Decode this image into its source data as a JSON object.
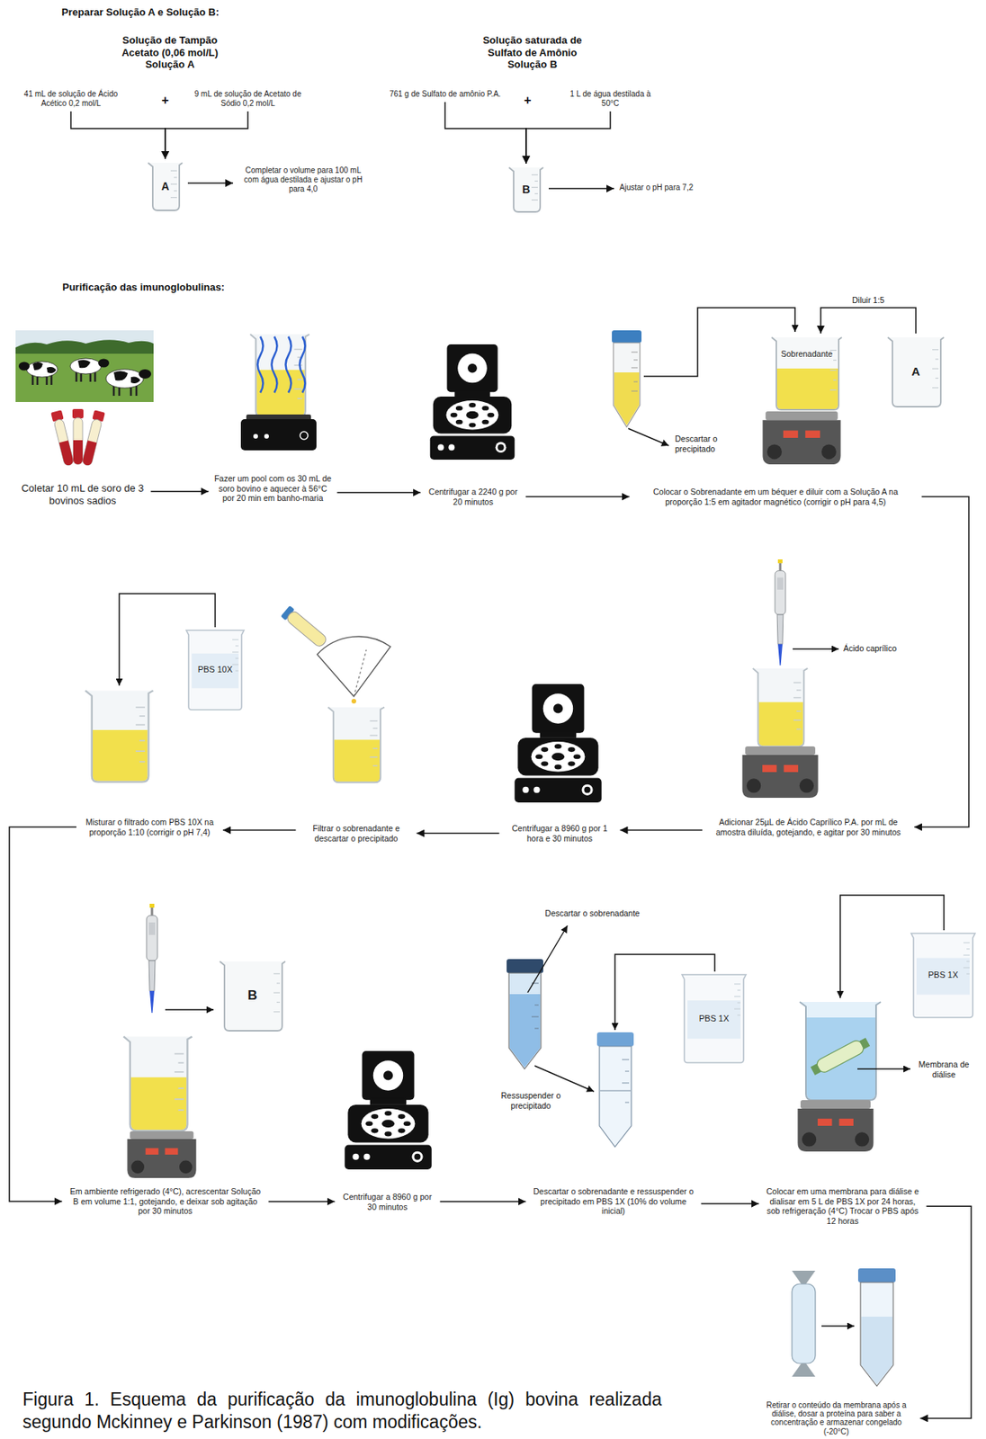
{
  "diagram": {
    "caption": "Figura 1. Esquema da purificação da imunoglobulina (Ig) bovina realizada segundo Mckinney e Parkinson (1987) com modificações.",
    "nodes": [
      {
        "text": [
          "41 mL de solução de Ácido Acético 0,2 mol/L"
        ]
      },
      {
        "text": [
          "9 mL de solução de Acetato de Sódio 0,2 mol/L"
        ]
      },
      {
        "text": [
          "A"
        ]
      },
      {
        "text": [
          "Completar o volume para 100 mL com água destilada e ajustar o pH para 4,0"
        ]
      },
      {
        "text": [
          "761 g de Sulfato de amônio P.A."
        ]
      },
      {
        "text": [
          "1 L de água destilada à 50°C"
        ]
      },
      {
        "text": [
          "B"
        ]
      },
      {
        "text": [
          "Ajustar o pH para 7,2"
        ]
      },
      {
        "text": [
          "Coletar 10 mL de soro de 3 bovinos sadios"
        ]
      },
      {
        "text": [
          "Fazer um pool com os 30 mL de soro bovino e aquecer à 56°C por 20 min em banho-maria"
        ]
      },
      {
        "text": [
          "Centrifugar a 2240 g por 20 minutos"
        ]
      },
      {
        "text": [
          "Sobrenadante"
        ]
      },
      {
        "text": [
          "A"
        ]
      },
      {
        "text": [
          "Colocar o Sobrenadante em um béquer e diluir com a Solução A na proporção 1:5 em agitador magnético (corrigir o pH para 4,5)"
        ]
      },
      {
        "text": [
          "Adicionar 25µL de Ácido Caprílico P.A. por mL de amostra diluída, gotejando, e agitar por 30 minutos"
        ]
      },
      {
        "text": [
          "Centrifugar a 8960 g por 1 hora e 30 minutos"
        ]
      },
      {
        "text": [
          "Filtrar o sobrenadante e descartar o precipitado"
        ]
      },
      {
        "text": [
          "PBS 10X"
        ]
      },
      {
        "text": [
          "Misturar o filtrado com PBS 10X na proporção 1:10 (corrigir o pH 7,4)"
        ]
      },
      {
        "text": [
          "B"
        ]
      },
      {
        "text": [
          "Em ambiente refrigerado (4°C), acrescentar Solução B em volume 1:1, gotejando, e deixar sob agitação por 30 minutos"
        ]
      },
      {
        "text": [
          "Centrifugar a 8960 g por 30 minutos"
        ]
      },
      {
        "text": [
          "PBS 1X"
        ]
      },
      {
        "text": [
          "Descartar o sobrenadante e ressuspender o precipitado em PBS 1X (10% do volume inicial)"
        ]
      },
      {
        "text": [
          "PBS 1X"
        ]
      },
      {
        "text": [
          "Colocar em uma membrana para diálise e dialisar em 5 L de PBS 1X por 24 horas, sob refrigeração (4°C) Trocar o PBS após 12 horas"
        ]
      },
      {
        "text": [
          "Retirar o conteúdo da membrana após a diálise, dosar a proteína para saber a concentração e armazenar congelado (-20°C)"
        ]
      }
    ],
    "edges": [
      {
        "from": 0,
        "to": 2,
        "arrow": "to"
      },
      {
        "from": 1,
        "to": 2,
        "arrow": "to"
      },
      {
        "from": 2,
        "to": 3,
        "arrow": "to"
      },
      {
        "from": 4,
        "to": 6,
        "arrow": "to"
      },
      {
        "from": 5,
        "to": 6,
        "arrow": "to"
      },
      {
        "from": 6,
        "to": 7,
        "arrow": "to"
      },
      {
        "from": 8,
        "to": 9,
        "arrow": "to"
      },
      {
        "from": 9,
        "to": 10,
        "arrow": "to"
      },
      {
        "from": 10,
        "to": 13,
        "arrow": "to"
      },
      {
        "from": 12,
        "to": 11,
        "label": "Diluir 1:5",
        "arrow": "to"
      },
      {
        "from": 13,
        "to": 14,
        "arrow": "to"
      },
      {
        "from": 14,
        "to": 15,
        "arrow": "to"
      },
      {
        "from": 15,
        "to": 16,
        "arrow": "to"
      },
      {
        "from": 16,
        "to": 18,
        "arrow": "to"
      },
      {
        "from": 18,
        "to": 20,
        "arrow": "to"
      },
      {
        "from": 20,
        "to": 21,
        "arrow": "to"
      },
      {
        "from": 21,
        "to": 23,
        "arrow": "to"
      },
      {
        "from": 23,
        "to": 25,
        "arrow": "to"
      },
      {
        "from": 25,
        "to": 26,
        "arrow": "to"
      }
    ],
    "labels": [
      "Preparar Solução A e Solução B:",
      "Solução de Tampão Acetato (0,06 mol/L) Solução A",
      "+",
      "Solução saturada de Sulfato de Amônio Solução B",
      "+",
      "Purificação das imunoglobulinas:",
      "Descartar o precipitado",
      "Ácido caprílico",
      "Descartar o sobrenadante",
      "Ressuspender o precipitado",
      "Membrana de diálise"
    ]
  }
}
